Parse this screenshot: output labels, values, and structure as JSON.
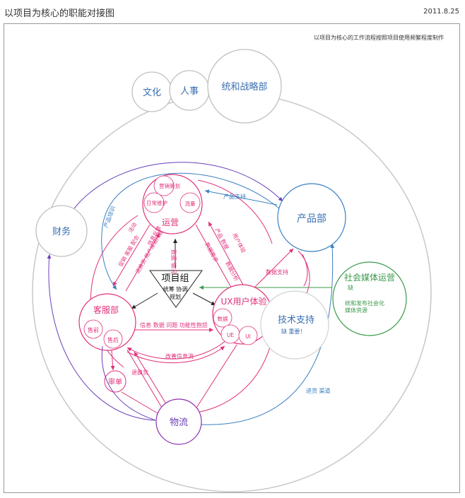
{
  "header": {
    "title": "以项目为核心的职能对接图",
    "date": "2011.8.25"
  },
  "note": "以项目为核心的工作流程按照项目使用频繁程度制作",
  "departments": {
    "culture": "文化",
    "hr": "人事",
    "strategy": "统和战略部",
    "finance": "财务",
    "product": "产品部",
    "ops": "运营",
    "ops_sub": [
      "营销策划",
      "日常维护",
      "流量"
    ],
    "core": "项目组",
    "core_sub1": "统筹 协调",
    "core_sub2": "规划",
    "cs": "客服部",
    "cs_sub": [
      "售前",
      "售后"
    ],
    "review": "审单",
    "ux": "UX用户体验",
    "ux_sub": [
      "数据",
      "UE",
      "UI"
    ],
    "tech": "技术支持",
    "tech_note": "缺 重要！",
    "social": "社会媒体运营",
    "social_lack": "缺",
    "social_desc1": "统和发布社会化",
    "social_desc2": "媒体资源",
    "logistics": "物流"
  },
  "flows": {
    "product_support": "产品支持",
    "product_training": "产品培训",
    "data_support": "数据支持",
    "ops_cs1": "活动",
    "ops_cs2": "促销 客服 配合",
    "cs_ops1": "信息反馈",
    "cs_ops2": "退换货 用户体验问题",
    "ops_core": "数据 情况",
    "ops_ux1": "产品 数据",
    "ops_ux2": "数据需求",
    "ux_ops1": "用户体验",
    "ux_ops2": "数据分析",
    "cs_ux": "信息 数据 问题 功能性抱怨",
    "improve": "改善信息流",
    "returns": "退换货",
    "supply": "进货 渠道"
  },
  "colors": {
    "pink": "#e0307a",
    "blue": "#3a7fc1",
    "purple": "#6a3fb8",
    "green": "#3a9a4a",
    "gray": "#c0c0c0"
  }
}
